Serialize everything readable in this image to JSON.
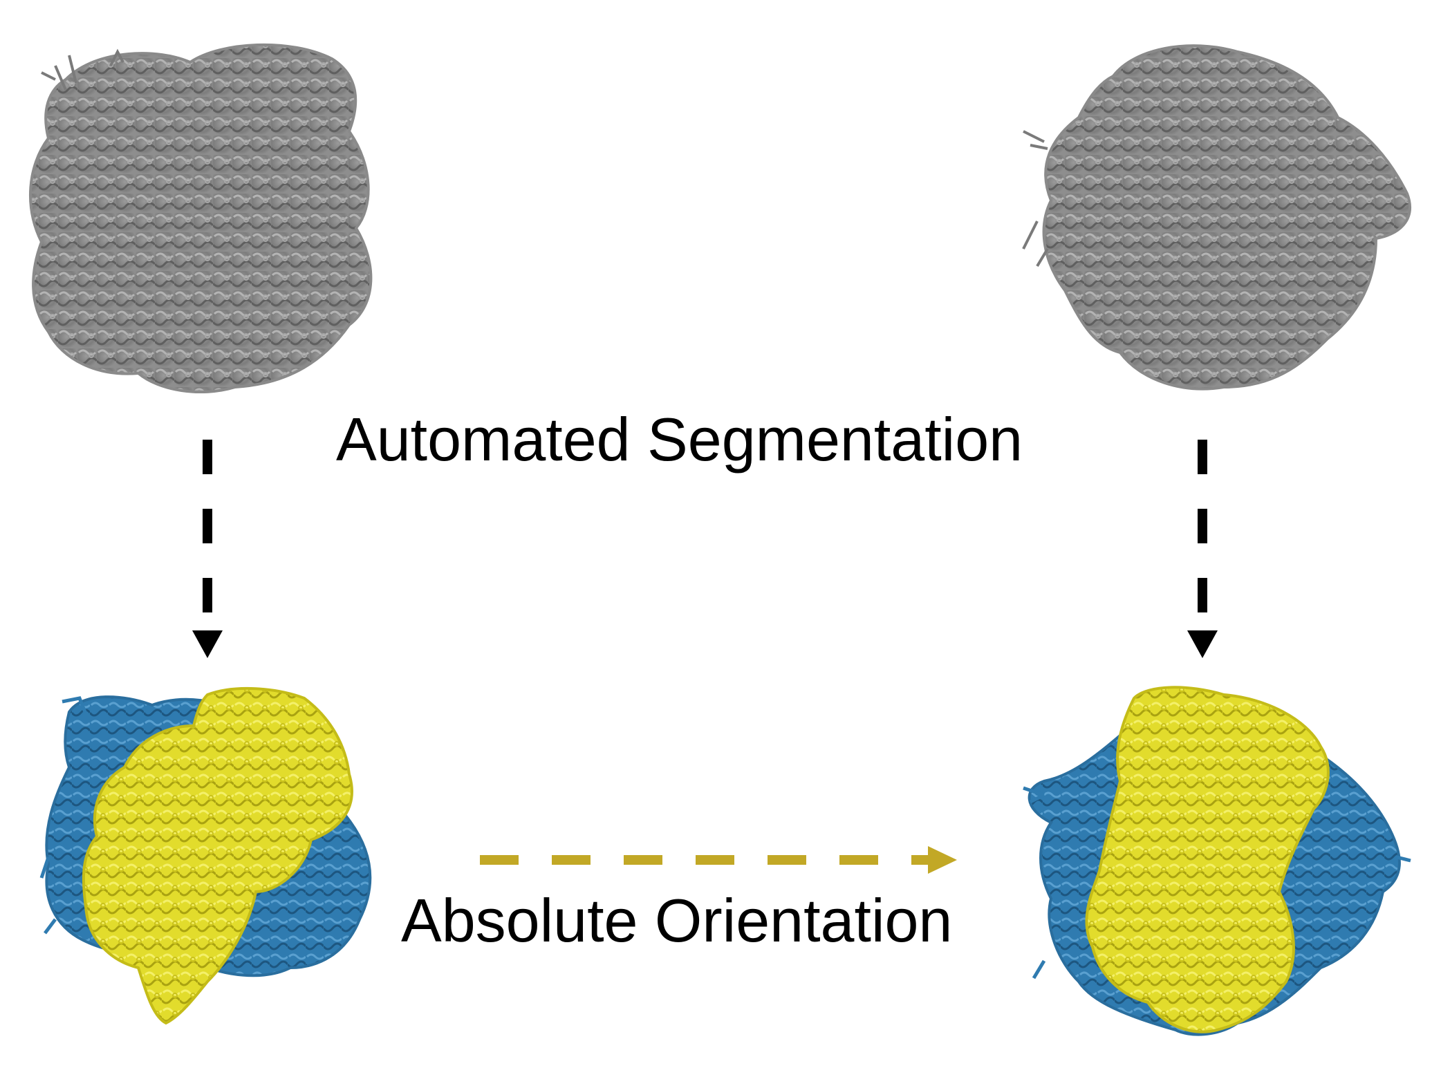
{
  "labels": {
    "segmentation": "Automated Segmentation",
    "orientation": "Absolute Orientation"
  },
  "colors": {
    "background": "#ffffff",
    "structure_gray": "#8c8c8c",
    "structure_gray_dark": "#6e6e6e",
    "subunit_yellow": "#e6e02a",
    "subunit_yellow_dark": "#b8b214",
    "subunit_blue": "#2f7bb0",
    "subunit_blue_dark": "#1f5d8a",
    "arrow_black": "#000000",
    "arrow_gold": "#c2a826"
  },
  "icons": {
    "structure": "molecular-structure-image",
    "segmented_structure": "segmented-molecular-structure-image",
    "arrow": "dashed-arrow"
  }
}
